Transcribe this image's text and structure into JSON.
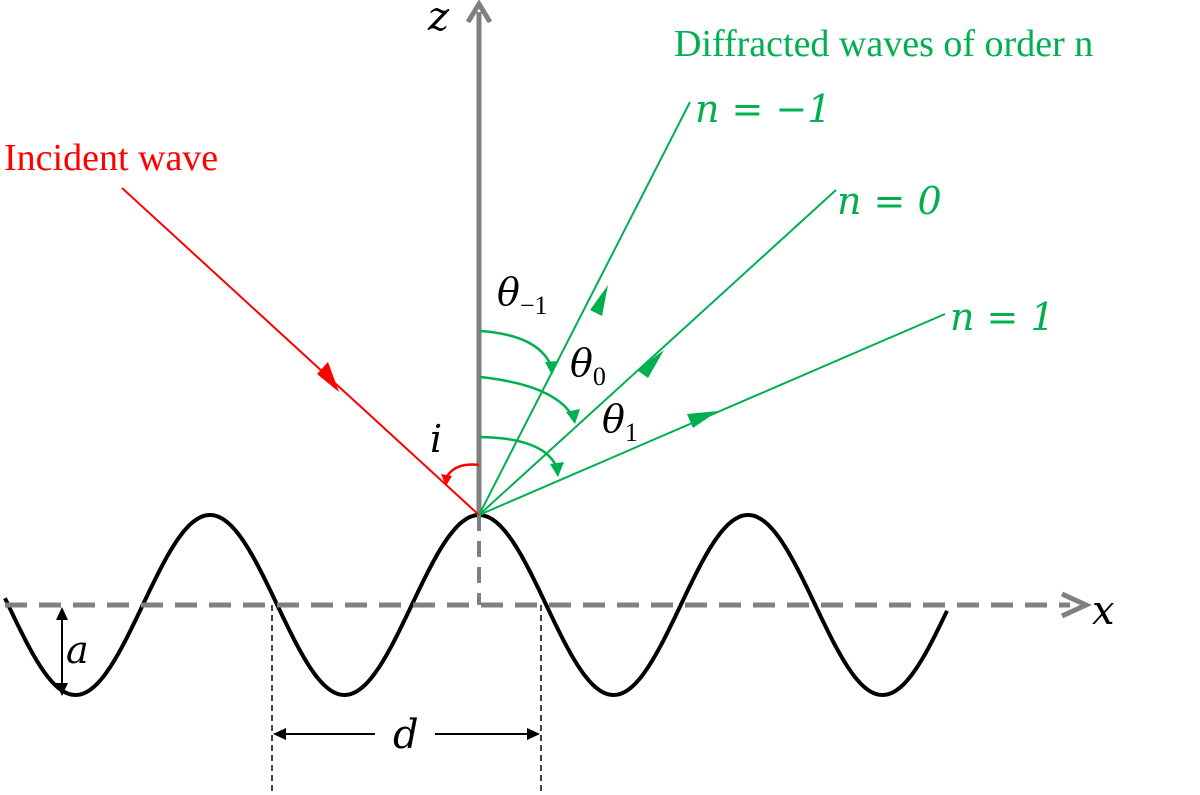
{
  "labels": {
    "z_axis": "z",
    "x_axis": "x",
    "incident": "Incident wave",
    "diffracted_title": "Diffracted waves of order n",
    "order_minus1": "n = −1",
    "order_0": "n = 0",
    "order_1": "n = 1",
    "theta_minus1_base": "θ",
    "theta_minus1_sub": "−1",
    "theta_0_base": "θ",
    "theta_0_sub": "0",
    "theta_1_base": "θ",
    "theta_1_sub": "1",
    "incidence_angle": "i",
    "amplitude": "a",
    "period": "d"
  },
  "colors": {
    "incident": "#ff0000",
    "diffracted": "#00b050",
    "axis": "#808080",
    "surface": "#000000"
  }
}
